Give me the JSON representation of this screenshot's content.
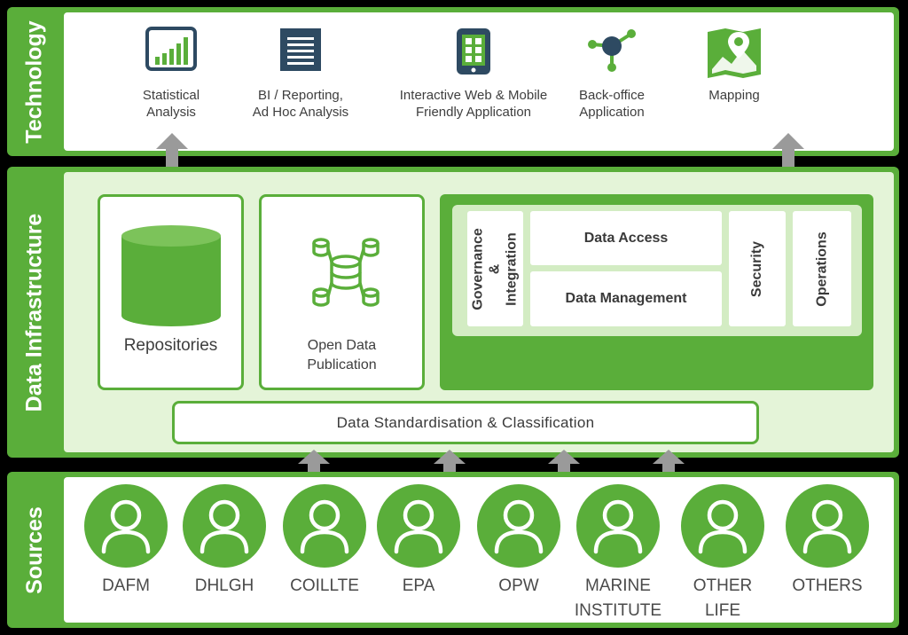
{
  "bands": {
    "technology": "Technology",
    "infrastructure": "Data Infrastructure",
    "sources": "Sources"
  },
  "technology_items": [
    {
      "label": "Statistical\nAnalysis",
      "icon": "bar-chart-icon"
    },
    {
      "label": "BI / Reporting,\nAd Hoc Analysis",
      "icon": "report-document-icon"
    },
    {
      "label": "Interactive Web & Mobile\nFriendly Application",
      "icon": "mobile-app-icon"
    },
    {
      "label": "Back-office\nApplication",
      "icon": "network-node-icon"
    },
    {
      "label": "Mapping",
      "icon": "map-pin-icon"
    }
  ],
  "infrastructure": {
    "repositories": "Repositories",
    "open_data": "Open Data\nPublication",
    "governance": "Governance\n& Integration",
    "data_access": "Data Access",
    "data_management": "Data Management",
    "security": "Security",
    "operations": "Operations",
    "standardisation": "Data Standardisation & Classification"
  },
  "sources": [
    {
      "label": "DAFM"
    },
    {
      "label": "DHLGH"
    },
    {
      "label": "COILLTE"
    },
    {
      "label": "EPA"
    },
    {
      "label": "OPW"
    },
    {
      "label": "MARINE\nINSTITUTE"
    },
    {
      "label": "OTHER\nLIFE"
    },
    {
      "label": "OTHERS"
    }
  ],
  "colors": {
    "green": "#5aae3a",
    "light_green": "#e4f4d8",
    "navy": "#2e4a62",
    "arrow_grey": "#9a9a9a"
  }
}
